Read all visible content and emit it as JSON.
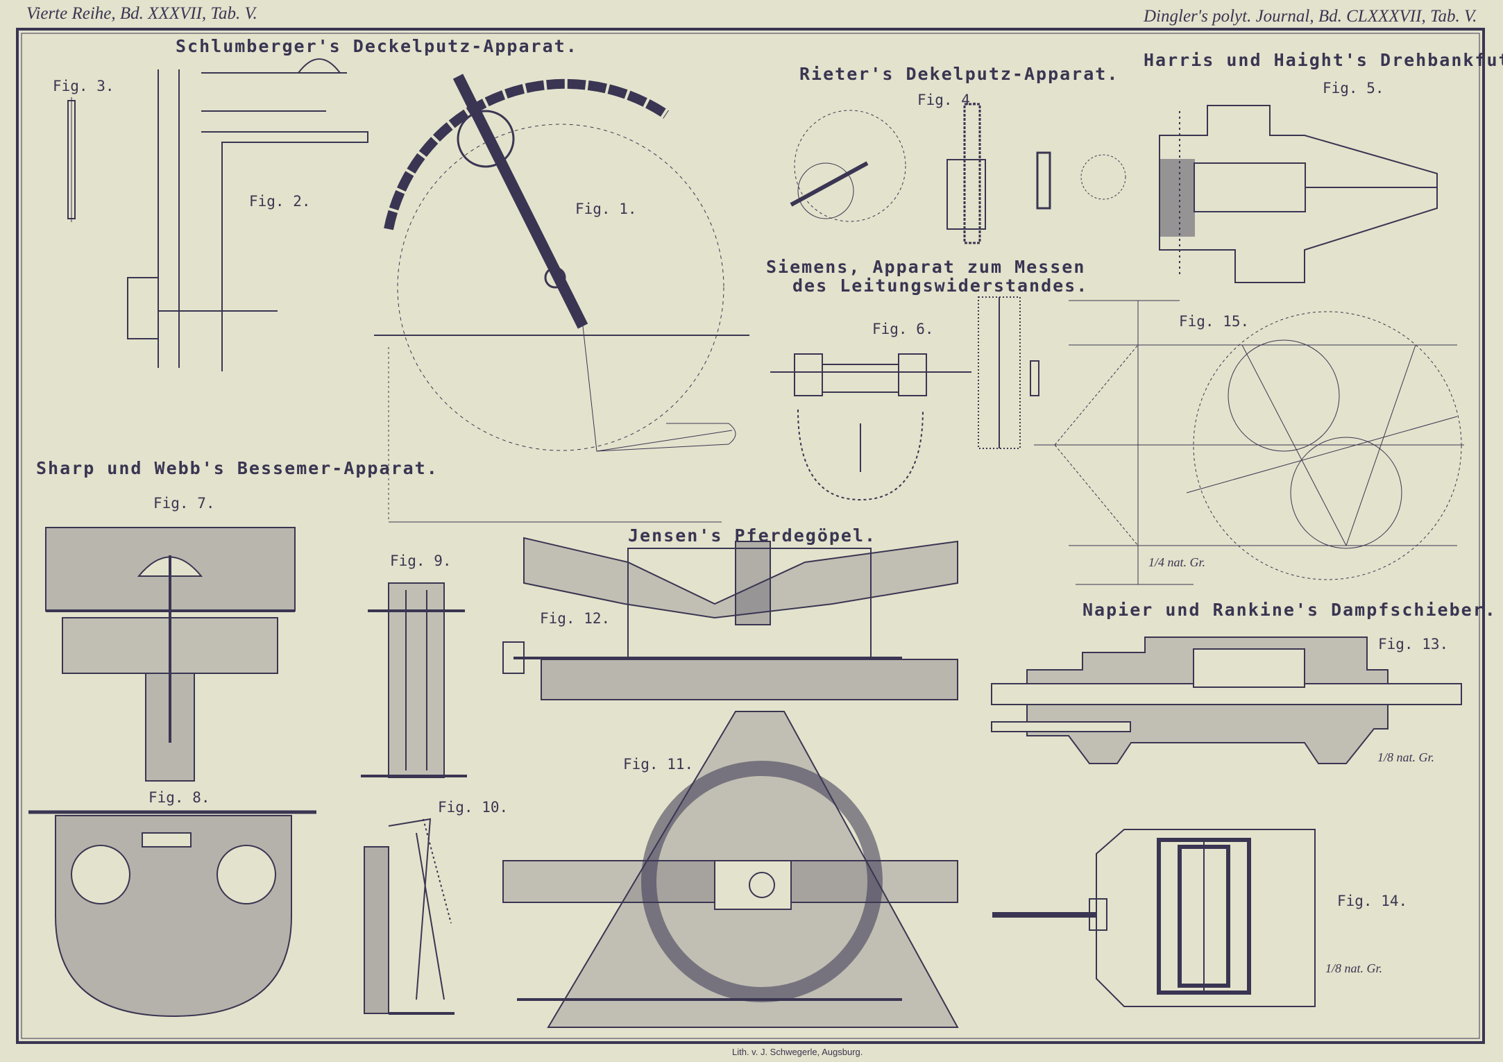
{
  "header": {
    "left": "Vierte Reihe, Bd. XXXVII, Tab. V.",
    "right": "Dingler's polyt. Journal, Bd. CLXXXVII, Tab. V."
  },
  "titles": {
    "schlumberger": "Schlumberger's Deckelputz-Apparat.",
    "rieter": "Rieter's Dekelputz-Apparat.",
    "harris": "Harris und Haight's Drehbankfutter.",
    "siemens_1": "Siemens, Apparat zum Messen",
    "siemens_2": "des Leitungswiderstandes.",
    "sharp": "Sharp und Webb's Bessemer-Apparat.",
    "jensen": "Jensen's Pferdegöpel.",
    "napier": "Napier und Rankine's Dampfschieber."
  },
  "figures": {
    "fig1": "Fig. 1.",
    "fig2": "Fig. 2.",
    "fig3": "Fig. 3.",
    "fig4": "Fig. 4.",
    "fig5": "Fig. 5.",
    "fig6": "Fig. 6.",
    "fig7": "Fig. 7.",
    "fig8": "Fig. 8.",
    "fig9": "Fig. 9.",
    "fig10": "Fig. 10.",
    "fig11": "Fig. 11.",
    "fig12": "Fig. 12.",
    "fig13": "Fig. 13.",
    "fig14": "Fig. 14.",
    "fig15": "Fig. 15."
  },
  "scales": {
    "fig15": "1/4 nat. Gr.",
    "fig13": "1/8 nat. Gr.",
    "fig14": "1/8 nat. Gr."
  },
  "credit": "Lith. v. J. Schwegerle, Augsburg.",
  "colors": {
    "paper": "#e3e2cc",
    "ink": "#3a3552"
  }
}
